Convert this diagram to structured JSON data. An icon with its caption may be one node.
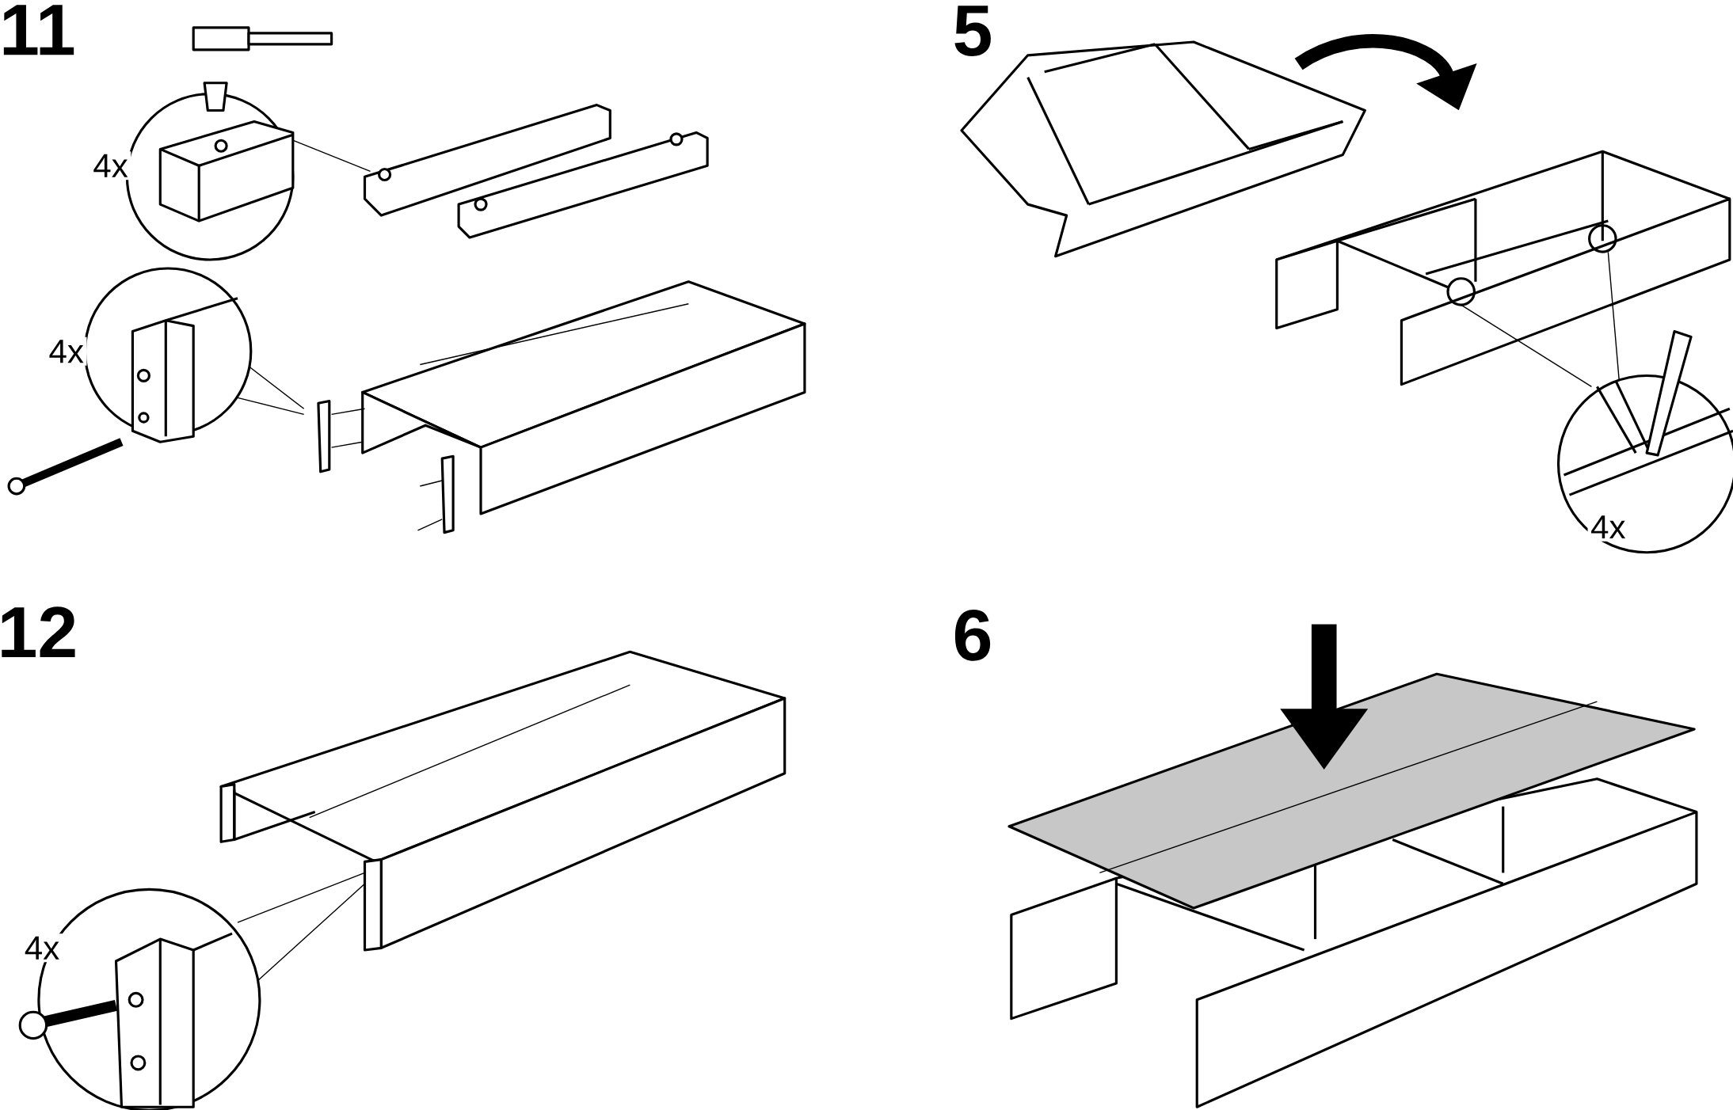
{
  "diagram": {
    "labels": [
      "11",
      "4x",
      "4x",
      "5",
      "4x",
      "12",
      "4x",
      "6"
    ]
  }
}
